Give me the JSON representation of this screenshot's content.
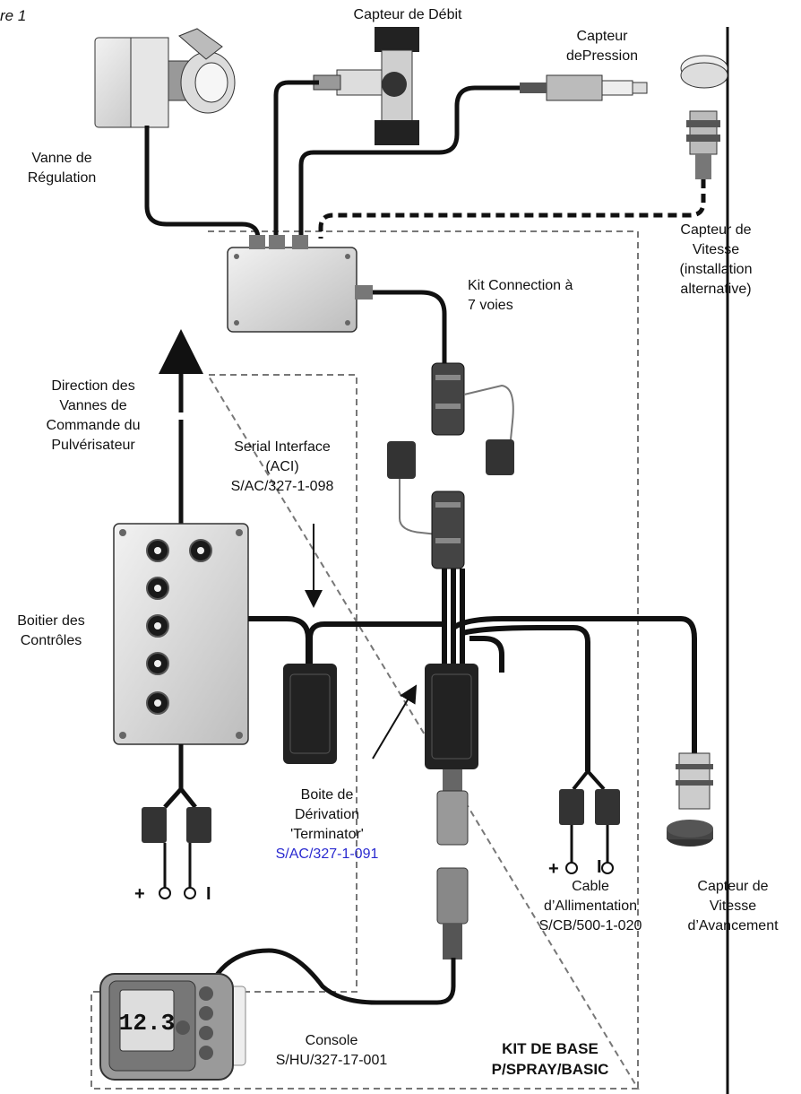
{
  "figure_label": "re 1",
  "labels": {
    "vanne": [
      "Vanne de",
      "Régulation"
    ],
    "debit": [
      "Capteur de Débit"
    ],
    "pression": [
      "Capteur",
      "dePression"
    ],
    "vitesse_alt": [
      "Capteur de",
      "Vitesse",
      "(installation",
      "alternative)"
    ],
    "kit_connection": [
      "Kit Connection à",
      "7 voies"
    ],
    "direction": [
      "Direction des",
      "Vannes de",
      "Commande du",
      "Pulvérisateur"
    ],
    "serial": [
      "Serial Interface",
      "(ACI)",
      "S/AC/327-1-098"
    ],
    "boitier": [
      "Boitier des",
      "Contrôles"
    ],
    "boite_derivation": [
      "Boite de",
      "Dérivation",
      "'Terminator'"
    ],
    "boite_derivation_code": "S/AC/327-1-091",
    "cable": [
      "Cable",
      "d’Allimentation",
      "S/CB/500-1-020"
    ],
    "vitesse_avancement": [
      "Capteur de",
      "Vitesse",
      "d’Avancement"
    ],
    "console": [
      "Console",
      "S/HU/327-17-001"
    ],
    "kit_base": [
      "KIT DE BASE",
      "P/SPRAY/BASIC"
    ],
    "plus": "+",
    "minus": "I"
  },
  "console_display": {
    "reading": "12.3"
  },
  "colors": {
    "cable": "#111111",
    "device": "#cfcfcf",
    "code_blue": "#2a2ad0"
  }
}
